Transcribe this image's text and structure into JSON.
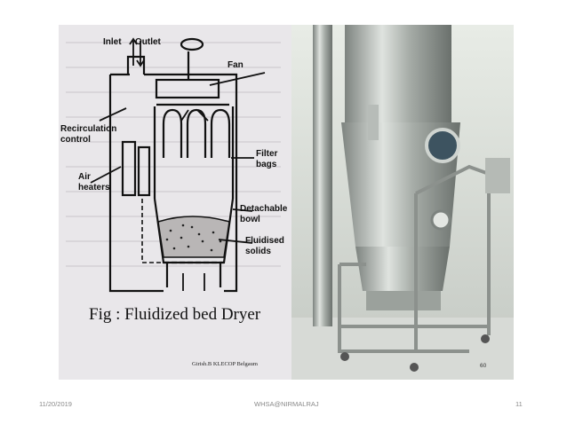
{
  "diagram": {
    "labels": {
      "inlet": "Inlet",
      "outlet": "Outlet",
      "fan": "Fan",
      "recirculation_1": "Recirculation",
      "recirculation_2": "control",
      "air_heaters_1": "Air",
      "air_heaters_2": "heaters",
      "filter_bags_1": "Filter",
      "filter_bags_2": "bags",
      "detachable_bowl_1": "Detachable",
      "detachable_bowl_2": "bowl",
      "fluidised_solids_1": "Fluidised",
      "fluidised_solids_2": "solids"
    },
    "caption": "Fig : Fluidized bed Dryer",
    "credit": "Girish.B KLECOP Belgaum"
  },
  "photo": {
    "page_number": "60"
  },
  "footer": {
    "date": "11/20/2019",
    "center": "WHSA@NIRMALRAJ",
    "page": "11"
  }
}
